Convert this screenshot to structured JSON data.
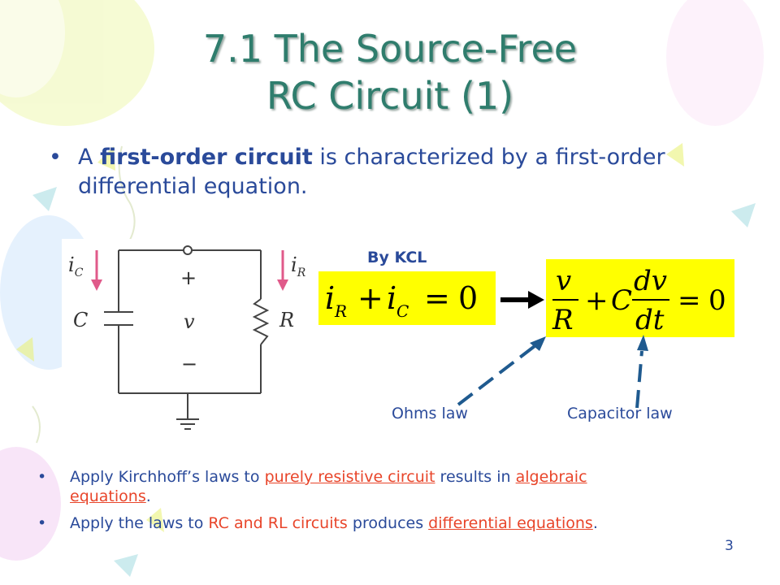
{
  "slide": {
    "title_line1": "7.1 The Source-Free",
    "title_line2": "RC Circuit (1)",
    "main_bullet": {
      "pre": "A ",
      "bold": "first-order circuit",
      "post": " is characterized by a first-order differential equation."
    },
    "by_kcl": "By KCL",
    "ohms_law": "Ohms law",
    "capacitor_law": "Capacitor law",
    "circuit_labels": {
      "ic": "i",
      "ic_sub": "C",
      "ir": "i",
      "ir_sub": "R",
      "plus": "+",
      "v": "v",
      "minus": "−",
      "C": "C",
      "R": "R"
    },
    "bullets": [
      {
        "t1": "Apply Kirchhoff’s laws to ",
        "u1": "purely resistive circuit",
        "t2": " results in ",
        "u2": "algebraic equations",
        "t3": "."
      },
      {
        "t1": "Apply the laws to ",
        "r1": "RC and RL circuits",
        "t2": " produces ",
        "u1": "differential equations",
        "t3": "."
      }
    ],
    "page_number": "3",
    "colors": {
      "title": "#2f7d6d",
      "body_text": "#2a4a9a",
      "highlight": "#e8452a",
      "equation_box": "#ffff00",
      "arrow": "#1f5a8f",
      "current_arrow": "#e05a8a"
    }
  }
}
